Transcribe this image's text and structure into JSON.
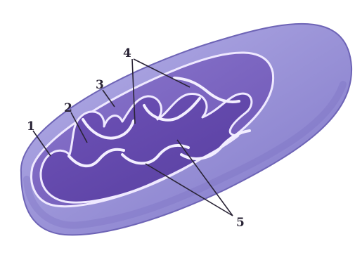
{
  "diagram": {
    "labels": {
      "l1": "1",
      "l2": "2",
      "l3": "3",
      "l4": "4",
      "l5": "5"
    },
    "colors": {
      "outer": "#9d96d9",
      "outer_edge": "#6e64b6",
      "inner_dark": "#6a4fb0",
      "matrix": "#7d5fc3",
      "membrane": "#efe9ff",
      "line": "#2a2436"
    }
  }
}
